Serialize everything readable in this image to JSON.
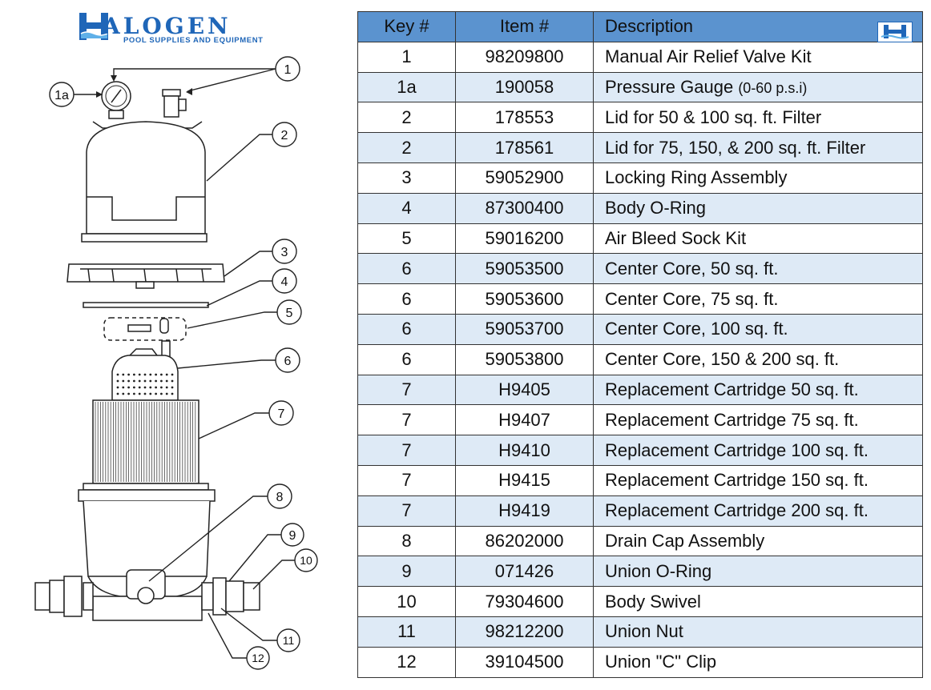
{
  "brand": {
    "name": "ALOGEN",
    "tagline": "POOL SUPPLIES AND EQUIPMENT",
    "color": "#1f66b8"
  },
  "table": {
    "headers": {
      "key": "Key #",
      "item": "Item #",
      "description": "Description"
    },
    "header_color": "#5b93cf",
    "stripe_color": "#deeaf6",
    "rows": [
      {
        "key": "1",
        "item": "98209800",
        "description": "Manual Air Relief Valve Kit",
        "note": ""
      },
      {
        "key": "1a",
        "item": "190058",
        "description": "Pressure Gauge ",
        "note": "(0-60 p.s.i)"
      },
      {
        "key": "2",
        "item": "178553",
        "description": "Lid for 50 & 100 sq. ft. Filter",
        "note": ""
      },
      {
        "key": "2",
        "item": "178561",
        "description": "Lid for 75, 150, & 200 sq. ft. Filter",
        "note": ""
      },
      {
        "key": "3",
        "item": "59052900",
        "description": "Locking Ring Assembly",
        "note": ""
      },
      {
        "key": "4",
        "item": "87300400",
        "description": "Body O-Ring",
        "note": ""
      },
      {
        "key": "5",
        "item": "59016200",
        "description": "Air Bleed Sock Kit",
        "note": ""
      },
      {
        "key": "6",
        "item": "59053500",
        "description": "Center Core, 50 sq. ft.",
        "note": ""
      },
      {
        "key": "6",
        "item": "59053600",
        "description": "Center Core, 75 sq. ft.",
        "note": ""
      },
      {
        "key": "6",
        "item": "59053700",
        "description": "Center Core, 100 sq. ft.",
        "note": ""
      },
      {
        "key": "6",
        "item": "59053800",
        "description": "Center Core, 150 & 200 sq. ft.",
        "note": ""
      },
      {
        "key": "7",
        "item": "H9405",
        "description": "Replacement Cartridge 50 sq. ft.",
        "note": ""
      },
      {
        "key": "7",
        "item": "H9407",
        "description": "Replacement Cartridge 75 sq. ft.",
        "note": ""
      },
      {
        "key": "7",
        "item": "H9410",
        "description": "Replacement Cartridge 100 sq. ft.",
        "note": ""
      },
      {
        "key": "7",
        "item": "H9415",
        "description": "Replacement Cartridge 150 sq. ft.",
        "note": ""
      },
      {
        "key": "7",
        "item": "H9419",
        "description": "Replacement Cartridge 200 sq. ft.",
        "note": ""
      },
      {
        "key": "8",
        "item": "86202000",
        "description": "Drain Cap Assembly",
        "note": ""
      },
      {
        "key": "9",
        "item": "071426",
        "description": "Union O-Ring",
        "note": ""
      },
      {
        "key": "10",
        "item": "79304600",
        "description": "Body Swivel",
        "note": ""
      },
      {
        "key": "11",
        "item": "98212200",
        "description": "Union Nut",
        "note": ""
      },
      {
        "key": "12",
        "item": "39104500",
        "description": "Union \"C\" Clip",
        "note": ""
      }
    ]
  },
  "callouts": {
    "c1": "1",
    "c1a": "1a",
    "c2": "2",
    "c3": "3",
    "c4": "4",
    "c5": "5",
    "c6": "6",
    "c7": "7",
    "c8": "8",
    "c9": "9",
    "c10": "10",
    "c11": "11",
    "c12": "12"
  }
}
